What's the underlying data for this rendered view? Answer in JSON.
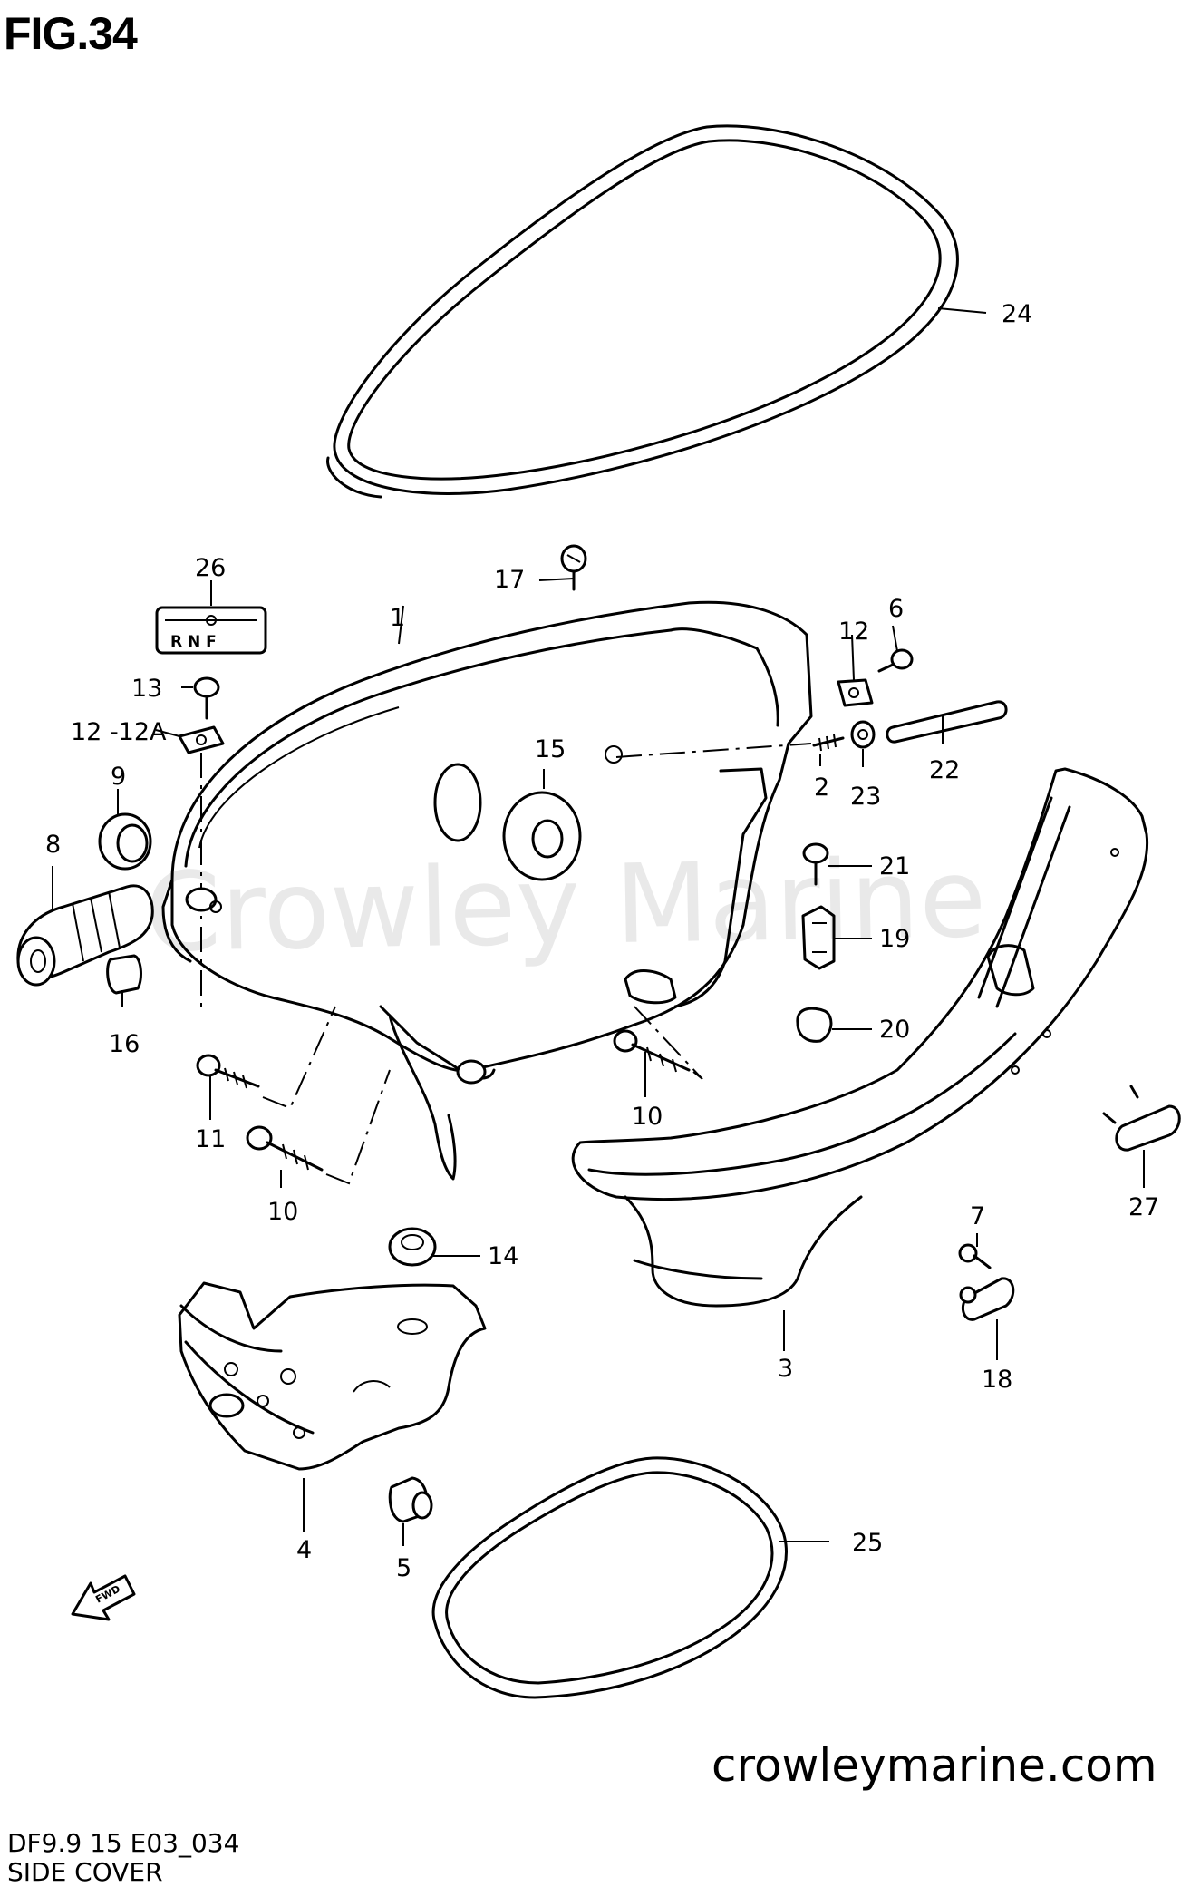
{
  "figure": {
    "title": "FIG.34",
    "model_code": "DF9.9 15 E03_034",
    "section": "SIDE COVER",
    "website": "crowleymarine.com",
    "watermark": "Crowley Marine"
  },
  "part_labels": {
    "p1": "1",
    "p2": "2",
    "p3": "3",
    "p4": "4",
    "p5": "5",
    "p6": "6",
    "p7": "7",
    "p8": "8",
    "p9": "9",
    "p10a": "10",
    "p10b": "10",
    "p11": "11",
    "p12": "12",
    "p12_12a": "12 -12A",
    "p13": "13",
    "p14": "14",
    "p15": "15",
    "p16": "16",
    "p17": "17",
    "p18": "18",
    "p19": "19",
    "p20": "20",
    "p21": "21",
    "p22": "22",
    "p23": "23",
    "p24": "24",
    "p25": "25",
    "p26": "26",
    "p27": "27"
  },
  "shift_decal": {
    "letters": "R N F"
  },
  "fwd_arrow": {
    "label": "FWD"
  }
}
